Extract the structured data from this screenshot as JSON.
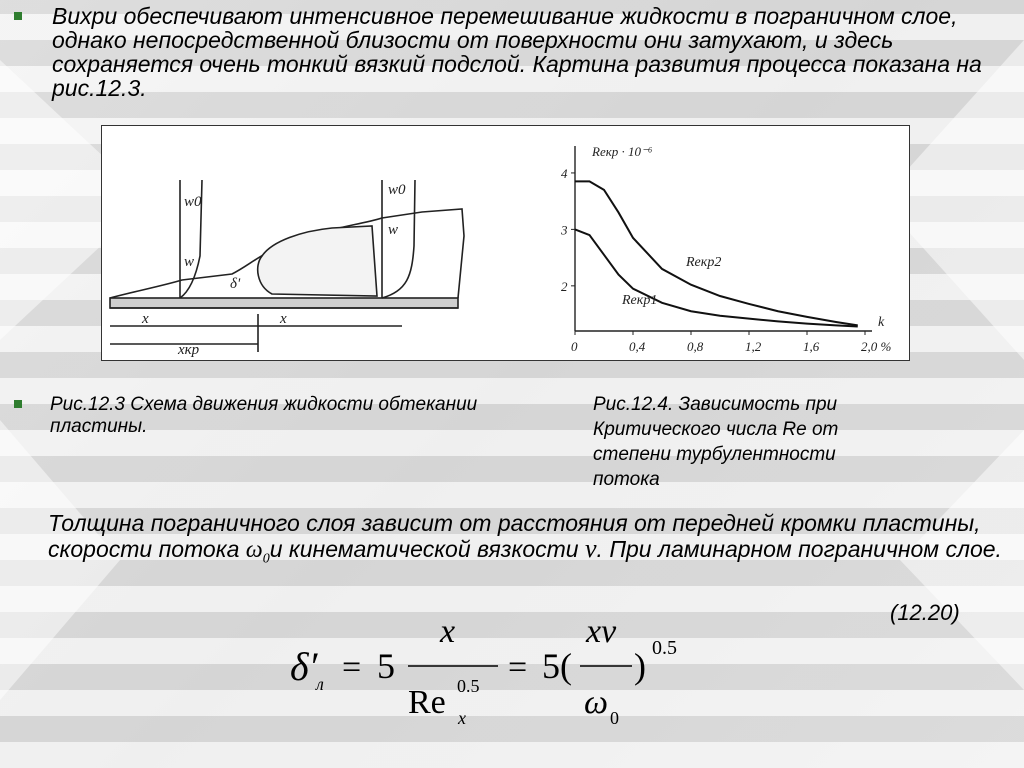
{
  "paragraph1": "Вихри обеспечивают интенсивное перемешивание жидкости в пограничном слое, однако непосредственной близости от поверхности они затухают, и здесь сохраняется очень тонкий вязкий подслой. Картина развития процесса показана на рис.12.3.",
  "caption_left": "Рис.12.3   Схема движения жидкости обтекании  пластины.",
  "caption_right": {
    "line1": "Рис.12.4. Зависимость при",
    "line2": "Критического числа Re от",
    "line3": "степени турбулентности",
    "line4": "потока"
  },
  "paragraph2": {
    "part1": "Толщина пограничного слоя зависит от расстояния  от передней кромки пластины, скорости потока ",
    "omega_symbol": "ω",
    "omega_sub": "0",
    "part2": "и кинематической вязкости ",
    "nu_symbol": "ν",
    "part3": ". При ламинарном пограничном слое."
  },
  "equation_number": "(12.20)",
  "formula": {
    "lhs_symbol": "δ′",
    "lhs_sub": "л",
    "eq1": "=",
    "coef1": "5",
    "num1": "x",
    "den1_re": "Re",
    "den1_sup": "0.5",
    "den1_sub": "x",
    "eq2": "=",
    "coef2": "5(",
    "num2": "xν",
    "den2": "ω",
    "den2_sub": "0",
    "close": ")",
    "power": "0.5"
  },
  "fig_left": {
    "w0_a": "w0",
    "w_a": "w",
    "w0_b": "w0",
    "w_b": "w",
    "delta": "δ'",
    "x1": "x",
    "x2": "x",
    "xkr": "xкр"
  },
  "chart_data": {
    "type": "line",
    "ylabel": "Reкр · 10⁻⁶",
    "xlabel": "k",
    "x_ticks": [
      "0",
      "0,4",
      "0,8",
      "1,2",
      "1,6",
      "2,0 %"
    ],
    "y_ticks": [
      "2",
      "3",
      "4"
    ],
    "xlim": [
      0,
      2.0
    ],
    "ylim": [
      1.2,
      4.3
    ],
    "series": [
      {
        "name": "Reкр2",
        "x": [
          0,
          0.1,
          0.2,
          0.3,
          0.4,
          0.6,
          0.8,
          1.0,
          1.2,
          1.4,
          1.6,
          1.8,
          1.95
        ],
        "values": [
          3.85,
          3.85,
          3.7,
          3.3,
          2.85,
          2.3,
          2.02,
          1.82,
          1.68,
          1.55,
          1.45,
          1.36,
          1.3
        ]
      },
      {
        "name": "Reкр1",
        "x": [
          0,
          0.1,
          0.2,
          0.3,
          0.4,
          0.6,
          0.8,
          1.0,
          1.2,
          1.4,
          1.6,
          1.8,
          1.95
        ],
        "values": [
          3.0,
          2.9,
          2.55,
          2.2,
          1.95,
          1.7,
          1.55,
          1.47,
          1.42,
          1.37,
          1.33,
          1.3,
          1.28
        ]
      }
    ]
  }
}
